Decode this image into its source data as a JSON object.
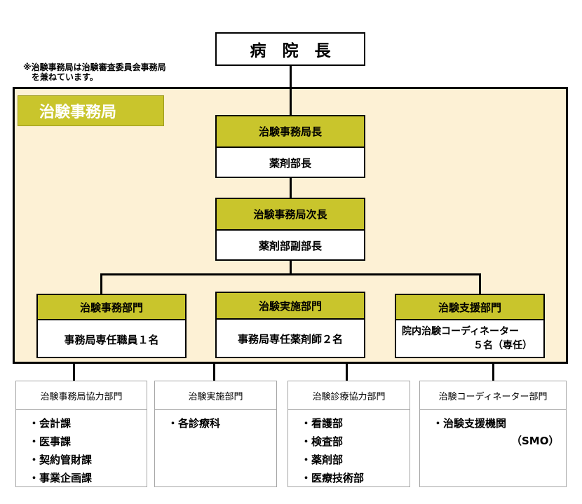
{
  "top": {
    "label": "病　院　長"
  },
  "note": {
    "line1": "※治験事務局は治験審査委員会事務局",
    "line2": "を兼ねています。"
  },
  "office": {
    "label": "治験事務局"
  },
  "director": {
    "title": "治験事務局長",
    "holder": "薬剤部長"
  },
  "deputy": {
    "title": "治験事務局次長",
    "holder": "薬剤部副部長"
  },
  "departments": [
    {
      "title": "治験事務部門",
      "staff": "事務局専任職員１名"
    },
    {
      "title": "治験実施部門",
      "staff": "事務局専任薬剤師２名"
    },
    {
      "title": "治験支援部門",
      "staff_line1": "院内治験コーディネーター",
      "staff_line2": "５名（専任）"
    }
  ],
  "cooperating": [
    {
      "title": "治験事務局協力部門",
      "items": [
        "・会計課",
        "・医事課",
        "・契約管財課",
        "・事業企画課"
      ]
    },
    {
      "title": "治験実施部門",
      "items": [
        "・各診療科"
      ]
    },
    {
      "title": "治験診療協力部門",
      "items": [
        "・看護部",
        "・検査部",
        "・薬剤部",
        "・医療技術部"
      ]
    },
    {
      "title": "治験コーディネーター部門",
      "items": [
        "・治験支援機関"
      ],
      "extra": "（SMO）"
    }
  ],
  "colors": {
    "header": "#c9c52c",
    "frame_bg": "#fdf1d5"
  }
}
